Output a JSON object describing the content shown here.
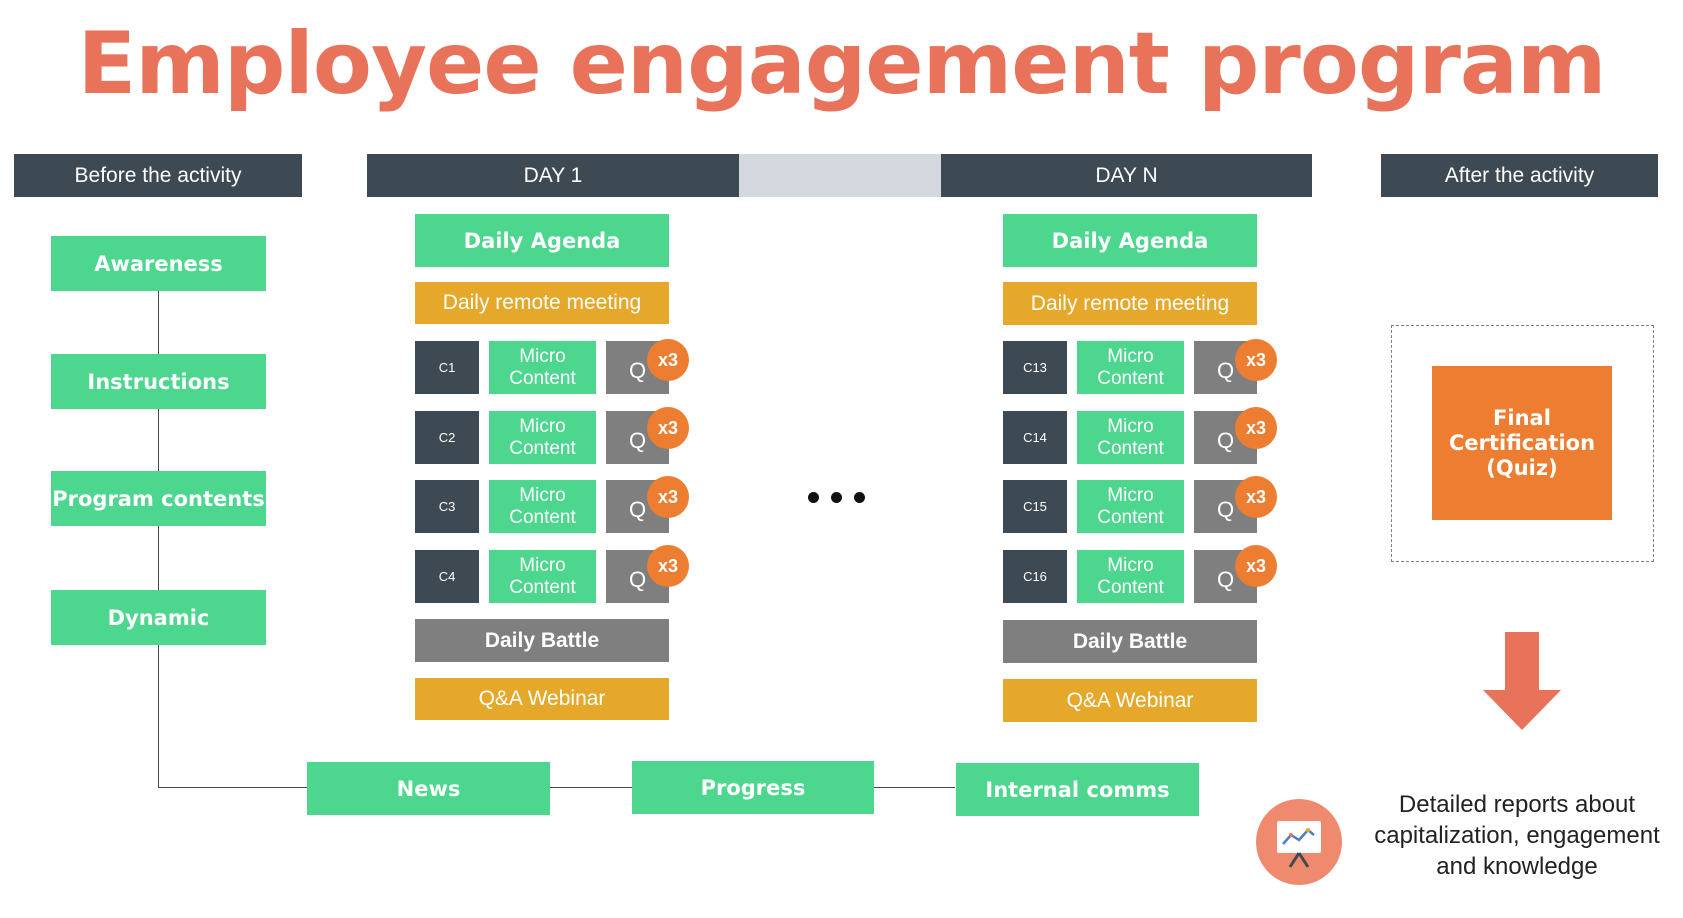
{
  "title": "Employee engagement program",
  "headers": {
    "before": "Before the activity",
    "day1": "DAY 1",
    "dayn": "DAY N",
    "after": "After the activity"
  },
  "before_steps": [
    "Awareness",
    "Instructions",
    "Program contents",
    "Dynamic"
  ],
  "day1": {
    "agenda": "Daily Agenda",
    "meeting": "Daily remote meeting",
    "contents": [
      {
        "id": "C1",
        "label": "Micro Content",
        "quiz": "Q",
        "badge": "x3"
      },
      {
        "id": "C2",
        "label": "Micro Content",
        "quiz": "Q",
        "badge": "x3"
      },
      {
        "id": "C3",
        "label": "Micro Content",
        "quiz": "Q",
        "badge": "x3"
      },
      {
        "id": "C4",
        "label": "Micro Content",
        "quiz": "Q",
        "badge": "x3"
      }
    ],
    "battle": "Daily Battle",
    "webinar": "Q&A Webinar"
  },
  "dayn": {
    "agenda": "Daily Agenda",
    "meeting": "Daily remote meeting",
    "contents": [
      {
        "id": "C13",
        "label": "Micro Content",
        "quiz": "Q",
        "badge": "x3"
      },
      {
        "id": "C14",
        "label": "Micro Content",
        "quiz": "Q",
        "badge": "x3"
      },
      {
        "id": "C15",
        "label": "Micro Content",
        "quiz": "Q",
        "badge": "x3"
      },
      {
        "id": "C16",
        "label": "Micro Content",
        "quiz": "Q",
        "badge": "x3"
      }
    ],
    "battle": "Daily Battle",
    "webinar": "Q&A Webinar"
  },
  "flow": [
    "News",
    "Progress",
    "Internal comms"
  ],
  "final_cert": "Final\nCertification\n(Quiz)",
  "reports": "Detailed reports about\ncapitalization, engagement\nand knowledge",
  "icons": {
    "arrow": "down-arrow-icon",
    "report": "presentation-chart-icon"
  },
  "colors": {
    "title": "#E8735A",
    "header": "#3D4A53",
    "green": "#4CD68E",
    "yellow": "#E5A82A",
    "grey": "#7F7F7F",
    "badge": "#ED7D31",
    "arrow": "#E8735A"
  }
}
